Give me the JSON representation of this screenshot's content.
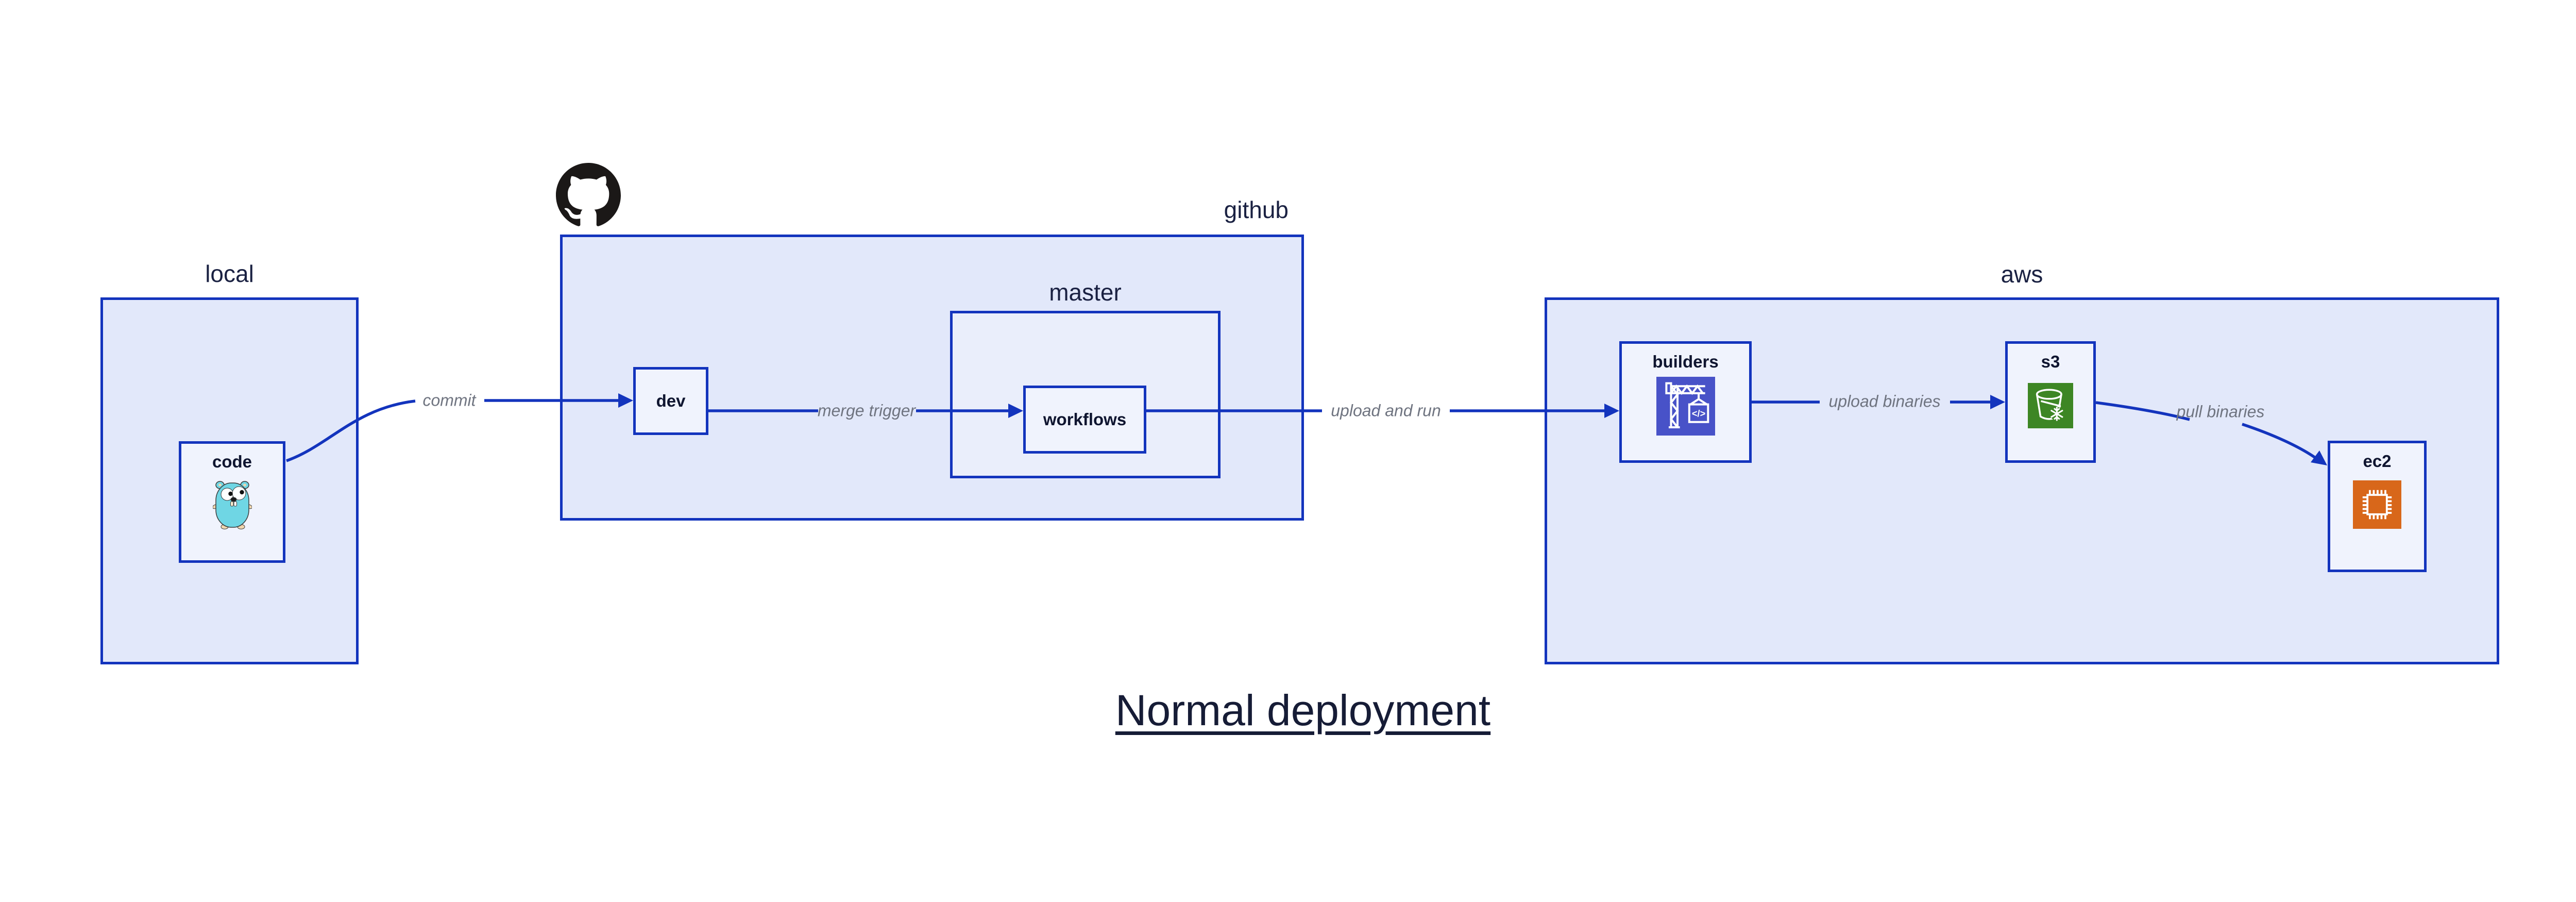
{
  "title": {
    "text": "Normal deployment"
  },
  "groups": {
    "local": {
      "label": "local"
    },
    "github": {
      "label": "github",
      "logo_icon": "github-octocat"
    },
    "master": {
      "label": "master"
    },
    "aws": {
      "label": "aws"
    }
  },
  "nodes": {
    "code": {
      "label": "code",
      "icon": "go-gopher"
    },
    "dev": {
      "label": "dev"
    },
    "workflows": {
      "label": "workflows"
    },
    "builders": {
      "label": "builders",
      "icon": "aws-codebuild-crane"
    },
    "s3": {
      "label": "s3",
      "icon": "aws-s3-glacier-bucket"
    },
    "ec2": {
      "label": "ec2",
      "icon": "aws-ec2-chip"
    }
  },
  "edges": [
    {
      "from": "code",
      "to": "dev",
      "label": "commit"
    },
    {
      "from": "dev",
      "to": "workflows",
      "label": "merge trigger"
    },
    {
      "from": "workflows",
      "to": "builders",
      "label": "upload and run"
    },
    {
      "from": "builders",
      "to": "s3",
      "label": "upload binaries"
    },
    {
      "from": "s3",
      "to": "ec2",
      "label": "pull binaries"
    }
  ],
  "colors": {
    "edge_and_border_blue": "#1334bd",
    "group_fill": "#e2e8fa",
    "inner_group_fill": "#eaeefb",
    "node_fill": "#f0f3fd",
    "label_navy": "#1a2142",
    "node_label_navy": "#0f1530",
    "edge_label_gray": "#6f7480",
    "codebuild_purple": "#4852c8",
    "s3_glacier_green": "#3d8624",
    "ec2_orange": "#d8671a",
    "octocat_black": "#1b1817",
    "gopher_teal": "#6fd6e4"
  }
}
